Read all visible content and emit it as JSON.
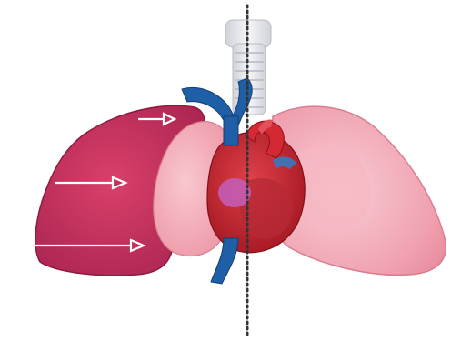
{
  "illustration": {
    "subject": "lungs-heart-anatomy",
    "colors": {
      "background": "#ffffff",
      "collapsed_lung": "#c0305a",
      "collapsed_lung_shadow": "#9c1f45",
      "lung_pink": "#f2a0ae",
      "lung_light": "#f7c4cc",
      "heart_red": "#c8202c",
      "heart_dark": "#9a1520",
      "vessel_blue": "#1f5fa8",
      "trachea": "#e6e6ea",
      "midline_dots": "#333333",
      "arrow_white": "#ffffff",
      "thymus_purple": "#c05ab0"
    },
    "arrows": [
      "arrow-top",
      "arrow-middle",
      "arrow-bottom"
    ]
  }
}
